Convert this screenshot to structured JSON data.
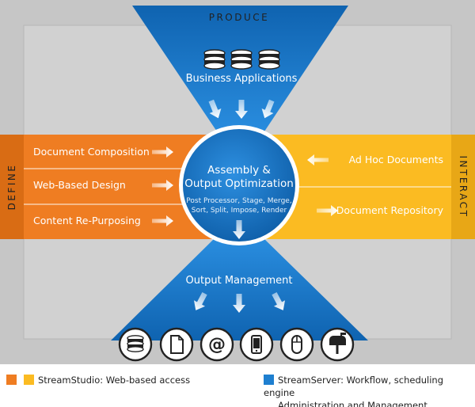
{
  "labels": {
    "produce": "PRODUCE",
    "define": "DEFINE",
    "interact": "INTERACT",
    "business_applications": "Business Applications",
    "output_management": "Output Management"
  },
  "center": {
    "title_line1": "Assembly &",
    "title_line2": "Output Optimization",
    "detail_line1": "Post Processor, Stage, Merge,",
    "detail_line2": "Sort, Split, Impose, Render"
  },
  "define_items": [
    "Document Composition",
    "Web-Based Design",
    "Content Re-Purposing"
  ],
  "interact_items": [
    "Ad Hoc Documents",
    "Document Repository"
  ],
  "output_icons": [
    "database-icon",
    "document-icon",
    "email-icon",
    "mobile-icon",
    "mouse-icon",
    "mailbox-icon"
  ],
  "legend": {
    "studio": "StreamStudio: Web-based access",
    "server_line1": "StreamServer: Workflow, scheduling engine",
    "server_line2": "Administration and Management"
  },
  "colors": {
    "gray": "#c6c6c6",
    "blue": "#1e7fd0",
    "orange": "#ef7d22",
    "yellow": "#fbbb22",
    "dark": "#222222"
  }
}
